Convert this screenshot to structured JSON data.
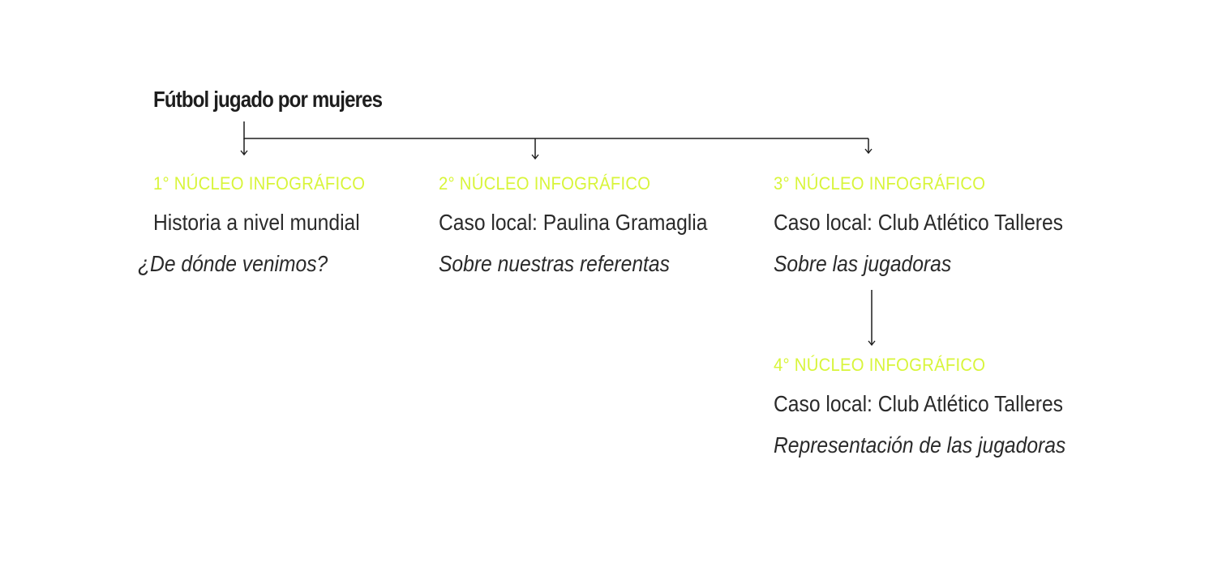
{
  "title": "Fútbol jugado por mujeres",
  "nodes": [
    {
      "kicker": "1° NÚCLEO INFOGRÁFICO",
      "heading": "Historia a nivel mundial",
      "subtitle": "¿De dónde venimos?"
    },
    {
      "kicker": "2° NÚCLEO INFOGRÁFICO",
      "heading": "Caso local: Paulina Gramaglia",
      "subtitle": "Sobre nuestras referentas"
    },
    {
      "kicker": "3° NÚCLEO INFOGRÁFICO",
      "heading": "Caso local: Club Atlético Talleres",
      "subtitle": "Sobre las jugadoras"
    },
    {
      "kicker": "4° NÚCLEO INFOGRÁFICO",
      "heading": "Caso local: Club Atlético Talleres",
      "subtitle": "Representación de las jugadoras"
    }
  ],
  "colors": {
    "accent": "#d8f53a",
    "text": "#2a2a2a",
    "line": "#1e1e1e"
  }
}
